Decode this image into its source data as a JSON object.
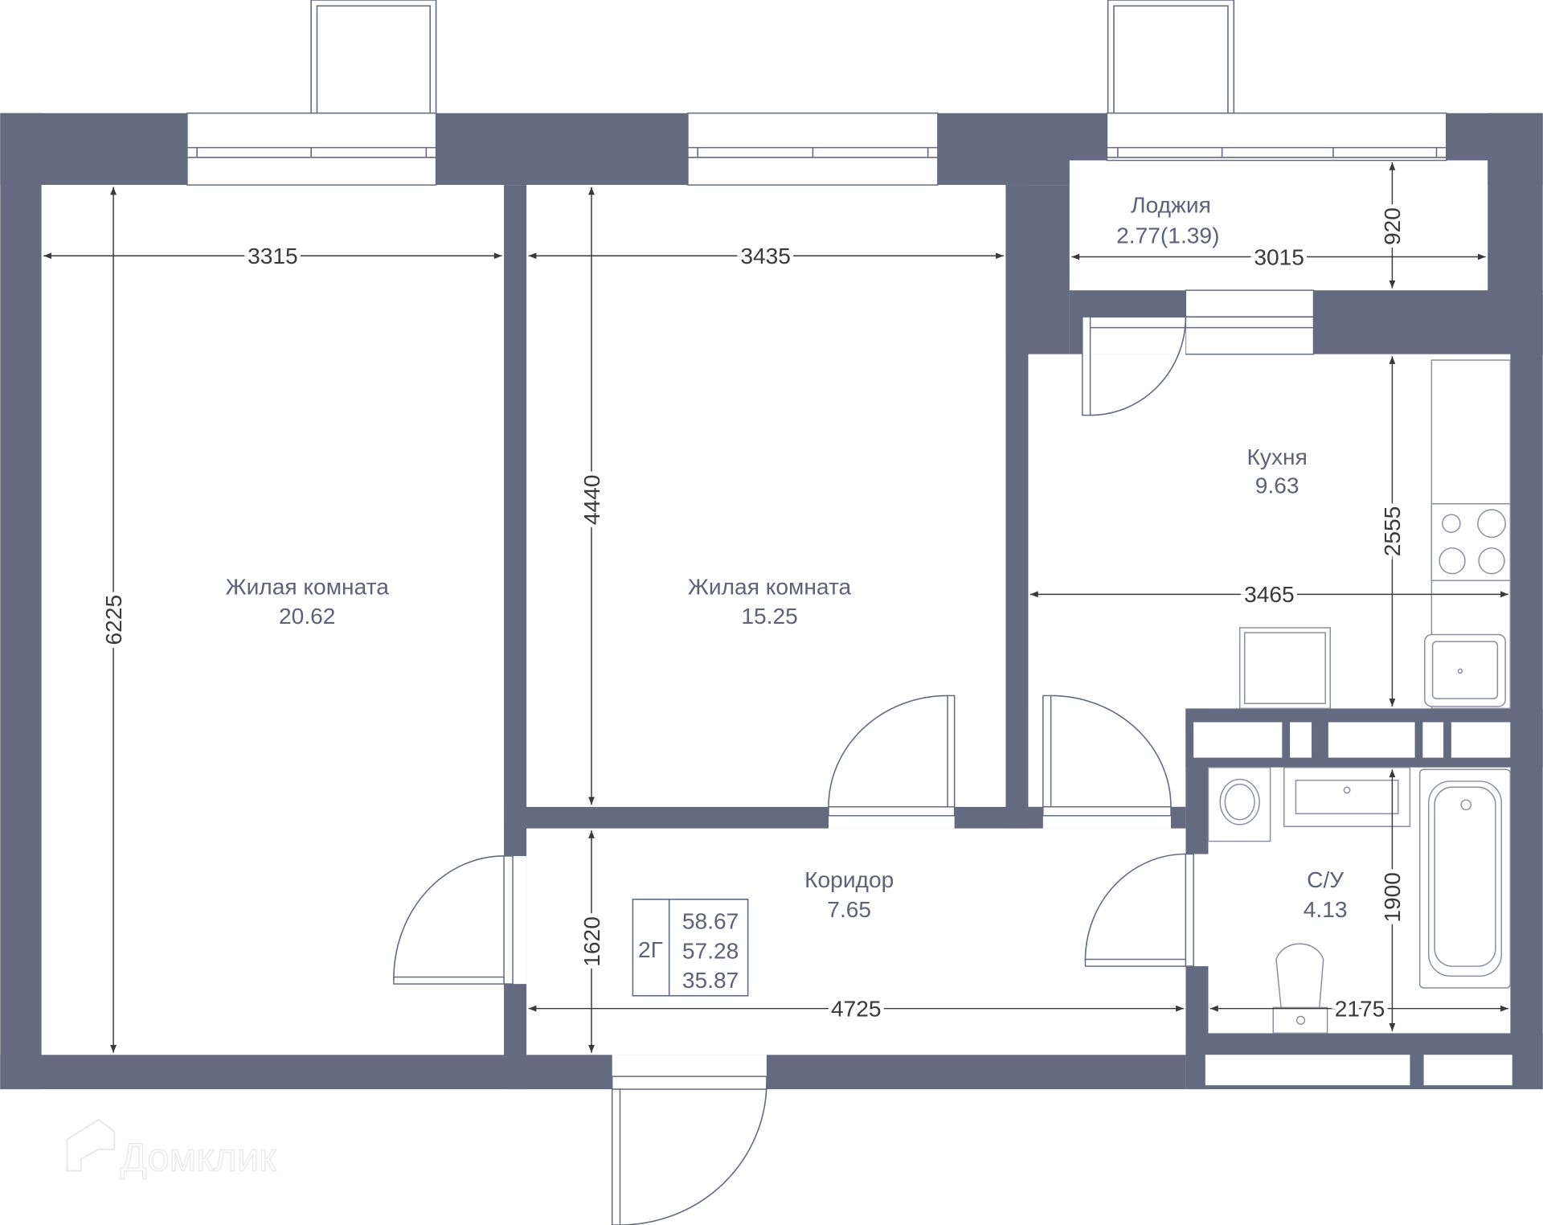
{
  "rooms": {
    "living1": {
      "name": "Жилая комната",
      "area": "20.62"
    },
    "living2": {
      "name": "Жилая комната",
      "area": "15.25"
    },
    "kitchen": {
      "name": "Кухня",
      "area": "9.63"
    },
    "loggia": {
      "name": "Лоджия",
      "area": "2.77(1.39)"
    },
    "corridor": {
      "name": "Коридор",
      "area": "7.65"
    },
    "bathroom": {
      "name": "С/У",
      "area": "4.13"
    }
  },
  "dimensions": {
    "living1_width": "3315",
    "living1_length": "6225",
    "living2_width": "3435",
    "living2_length": "4440",
    "loggia_width": "3015",
    "loggia_depth": "920",
    "kitchen_width": "3465",
    "kitchen_length": "2555",
    "corridor_width": "4725",
    "corridor_depth": "1620",
    "bath_width": "2175",
    "bath_length": "1900"
  },
  "summary": {
    "type": "2Г",
    "total_area": "58.67",
    "area_no_loggia": "57.28",
    "living_area": "35.87"
  },
  "watermark": "Домклик",
  "colors": {
    "wall": "#646a80",
    "text": "#5d6279"
  }
}
